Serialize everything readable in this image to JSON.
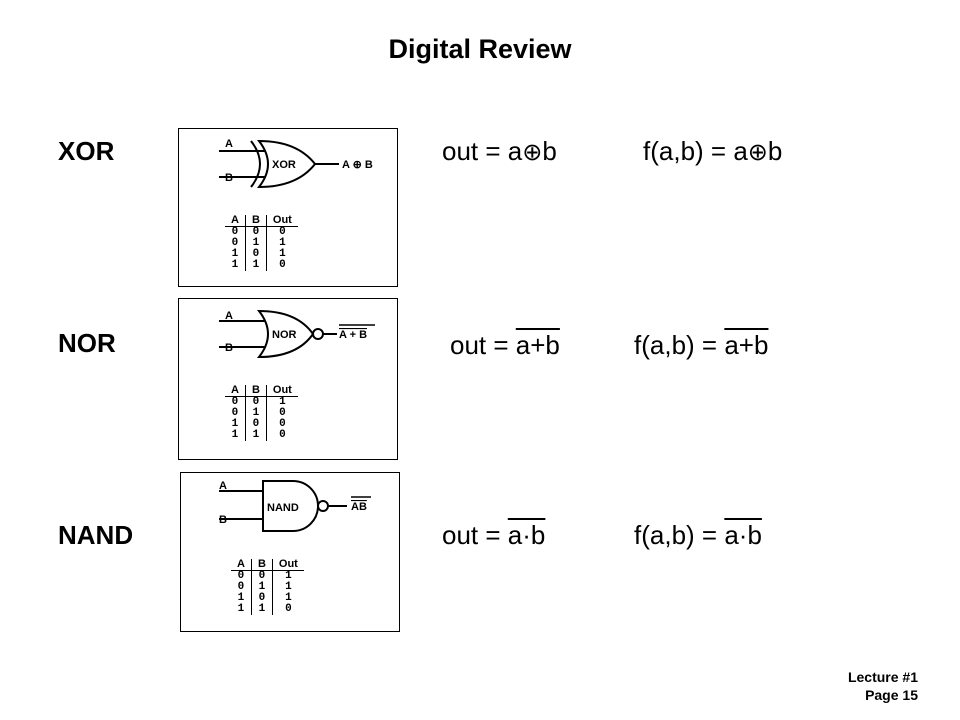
{
  "title": "Digital Review",
  "gates": [
    {
      "name": "XOR",
      "symbol_label": "XOR",
      "input_a": "A",
      "input_b": "B",
      "output_label": "A ⊕ B",
      "out_expr_prefix": "out = ",
      "out_expr_var1": "a",
      "operator": "⊕",
      "out_expr_var2": "b",
      "f_expr_prefix": "f(a,b) = ",
      "f_expr_var1": "a",
      "f_expr_var2": "b",
      "table_headers": [
        "A",
        "B",
        "Out"
      ],
      "table_rows": [
        [
          "0",
          "0",
          "0"
        ],
        [
          "0",
          "1",
          "1"
        ],
        [
          "1",
          "0",
          "1"
        ],
        [
          "1",
          "1",
          "0"
        ]
      ]
    },
    {
      "name": "NOR",
      "symbol_label": "NOR",
      "input_a": "A",
      "input_b": "B",
      "output_label": "A + B",
      "out_expr_prefix": "out = ",
      "out_expr_overlined": "a+b",
      "f_expr_prefix": "f(a,b) = ",
      "f_expr_overlined": "a+b",
      "table_headers": [
        "A",
        "B",
        "Out"
      ],
      "table_rows": [
        [
          "0",
          "0",
          "1"
        ],
        [
          "0",
          "1",
          "0"
        ],
        [
          "1",
          "0",
          "0"
        ],
        [
          "1",
          "1",
          "0"
        ]
      ]
    },
    {
      "name": "NAND",
      "symbol_label": "NAND",
      "input_a": "A",
      "input_b": "B",
      "output_label": "AB",
      "out_expr_prefix": "out = ",
      "out_expr_overlined": "a·b",
      "f_expr_prefix": "f(a,b) = ",
      "f_expr_overlined": "a·b",
      "table_headers": [
        "A",
        "B",
        "Out"
      ],
      "table_rows": [
        [
          "0",
          "0",
          "1"
        ],
        [
          "0",
          "1",
          "1"
        ],
        [
          "1",
          "0",
          "1"
        ],
        [
          "1",
          "1",
          "0"
        ]
      ]
    }
  ],
  "footer": {
    "line1": "Lecture #1",
    "line2": "Page 15"
  }
}
